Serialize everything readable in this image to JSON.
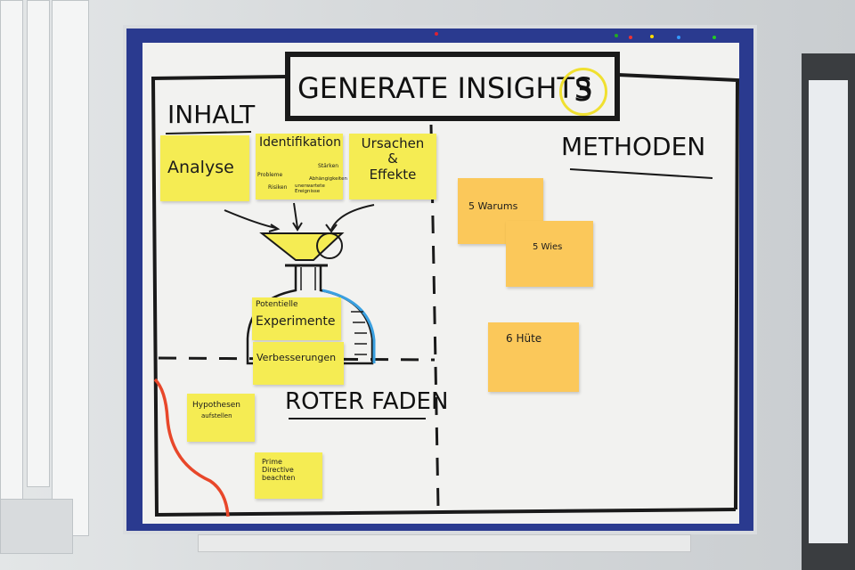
{
  "board": {
    "title": "GENERATE INSIGHTS",
    "title_number": "3",
    "left_heading": "INHALT",
    "right_heading": "METHODEN",
    "bottom_heading": "ROTER FADEN"
  },
  "notes": {
    "analyse": "Analyse",
    "identifikation": {
      "title": "Identifikation",
      "words": [
        "Probleme",
        "Risiken",
        "unerwartete Ereignisse",
        "Stärken",
        "Abhängigkeiten"
      ]
    },
    "ursachen": [
      "Ursachen",
      "&",
      "Effekte"
    ],
    "potentielle": "Potentielle",
    "experimente": "Experimente",
    "verbesserungen": "Verbesserungen",
    "hypothesen": [
      "Hypothesen",
      "aufstellen"
    ],
    "prime": [
      "Prime",
      "Directive",
      "beachten"
    ],
    "warums": "5 Warums",
    "wies": "5 Wies",
    "huete": "6 Hüte"
  },
  "colors": {
    "board_frame": "#2a3a8f",
    "paper": "#f2f2f0",
    "yellow_note": "#f5ec53",
    "orange_note": "#fbc85a",
    "marker": "#1a1a1a",
    "red_thread": "#e8472a",
    "blue_outline": "#3aa0e0"
  }
}
